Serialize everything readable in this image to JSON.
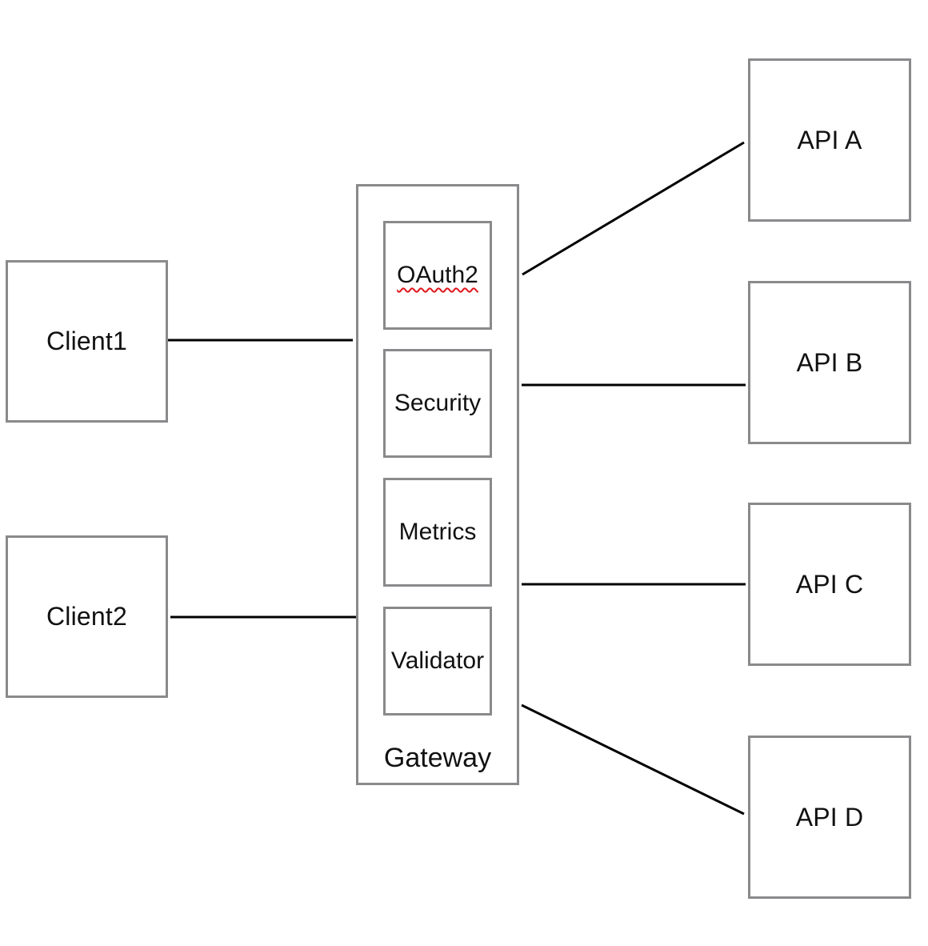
{
  "diagram": {
    "clients": [
      {
        "id": "client1",
        "label": "Client1"
      },
      {
        "id": "client2",
        "label": "Client2"
      }
    ],
    "gateway": {
      "label": "Gateway",
      "modules": [
        {
          "id": "oauth2",
          "label": "OAuth2"
        },
        {
          "id": "security",
          "label": "Security"
        },
        {
          "id": "metrics",
          "label": "Metrics"
        },
        {
          "id": "validator",
          "label": "Validator"
        }
      ]
    },
    "apis": [
      {
        "id": "api-a",
        "label": "API A"
      },
      {
        "id": "api-b",
        "label": "API B"
      },
      {
        "id": "api-c",
        "label": "API C"
      },
      {
        "id": "api-d",
        "label": "API D"
      }
    ],
    "edges": [
      {
        "from": "client1",
        "to": "gateway"
      },
      {
        "from": "client2",
        "to": "gateway"
      },
      {
        "from": "gateway",
        "to": "api-a"
      },
      {
        "from": "gateway",
        "to": "api-b"
      },
      {
        "from": "gateway",
        "to": "api-c"
      },
      {
        "from": "gateway",
        "to": "api-d"
      }
    ],
    "colors": {
      "box_border": "#8a898c",
      "line": "#000000",
      "text": "#111111",
      "spellcheck_underline": "#e0161b",
      "background": "#ffffff"
    }
  }
}
